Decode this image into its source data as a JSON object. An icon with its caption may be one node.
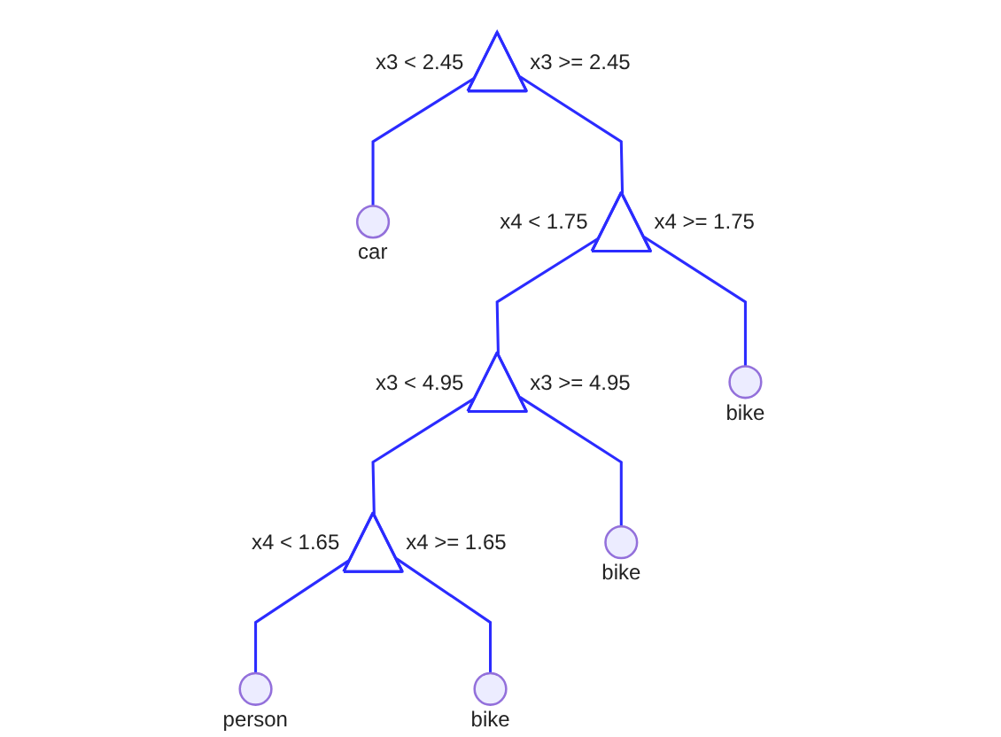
{
  "diagram": {
    "nodes": [
      {
        "text": [],
        "shape": "triangle",
        "beside": [
          "x3 < 2.45",
          "x3 >= 2.45"
        ]
      },
      {
        "text": [],
        "shape": "circle",
        "beside": [
          "car"
        ]
      },
      {
        "text": [],
        "shape": "triangle",
        "beside": [
          "x4 < 1.75",
          "x4 >= 1.75"
        ]
      },
      {
        "text": [],
        "shape": "triangle",
        "beside": [
          "x3 < 4.95",
          "x3 >= 4.95"
        ]
      },
      {
        "text": [],
        "shape": "circle",
        "beside": [
          "bike"
        ]
      },
      {
        "text": [],
        "shape": "triangle",
        "beside": [
          "x4 < 1.65",
          "x4 >= 1.65"
        ]
      },
      {
        "text": [],
        "shape": "circle",
        "beside": [
          "bike"
        ]
      },
      {
        "text": [],
        "shape": "circle",
        "beside": [
          "person"
        ]
      },
      {
        "text": [],
        "shape": "circle",
        "beside": [
          "bike"
        ]
      }
    ],
    "edges": [
      {
        "from": 0,
        "to": 1,
        "arrow": "none"
      },
      {
        "from": 0,
        "to": 2,
        "arrow": "none"
      },
      {
        "from": 2,
        "to": 3,
        "arrow": "none"
      },
      {
        "from": 2,
        "to": 4,
        "arrow": "none"
      },
      {
        "from": 3,
        "to": 5,
        "arrow": "none"
      },
      {
        "from": 3,
        "to": 6,
        "arrow": "none"
      },
      {
        "from": 5,
        "to": 7,
        "arrow": "none"
      },
      {
        "from": 5,
        "to": 8,
        "arrow": "none"
      }
    ]
  }
}
